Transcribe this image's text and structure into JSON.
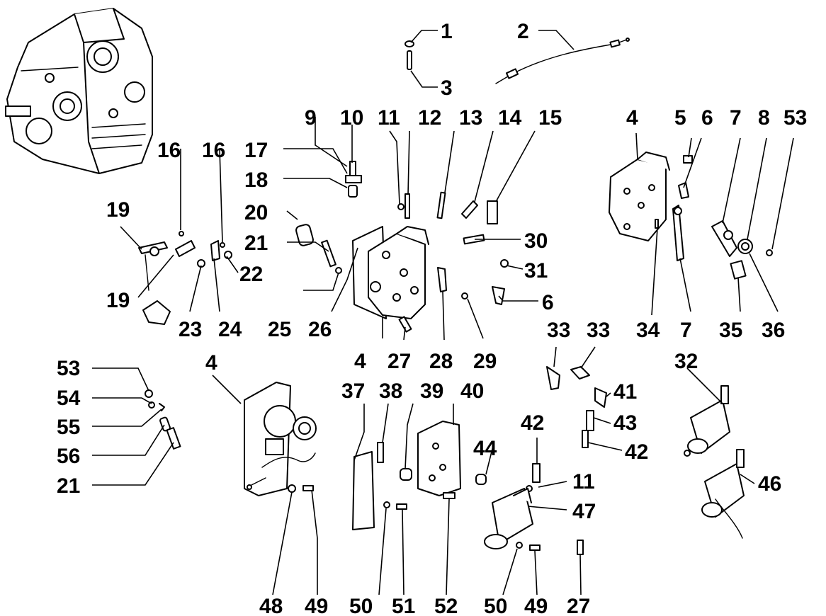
{
  "diagram": {
    "labels": {
      "l1": "1",
      "l2": "2",
      "l3": "3",
      "l4": "4",
      "l5": "5",
      "l6": "6",
      "l7": "7",
      "l8": "8",
      "l9": "9",
      "l10": "10",
      "l11": "11",
      "l12": "12",
      "l13": "13",
      "l14": "14",
      "l15": "15",
      "l16": "16",
      "l17": "17",
      "l18": "18",
      "l19": "19",
      "l20": "20",
      "l21": "21",
      "l22": "22",
      "l23": "23",
      "l24": "24",
      "l25": "25",
      "l26": "26",
      "l27": "27",
      "l28": "28",
      "l29": "29",
      "l30": "30",
      "l31": "31",
      "l32": "32",
      "l33": "33",
      "l34": "34",
      "l35": "35",
      "l36": "36",
      "l37": "37",
      "l38": "38",
      "l39": "39",
      "l40": "40",
      "l41": "41",
      "l42": "42",
      "l43": "43",
      "l44": "44",
      "l46": "46",
      "l47": "47",
      "l48": "48",
      "l49": "49",
      "l50": "50",
      "l51": "51",
      "l52": "52",
      "l53": "53",
      "l54": "54",
      "l55": "55",
      "l56": "56"
    }
  }
}
